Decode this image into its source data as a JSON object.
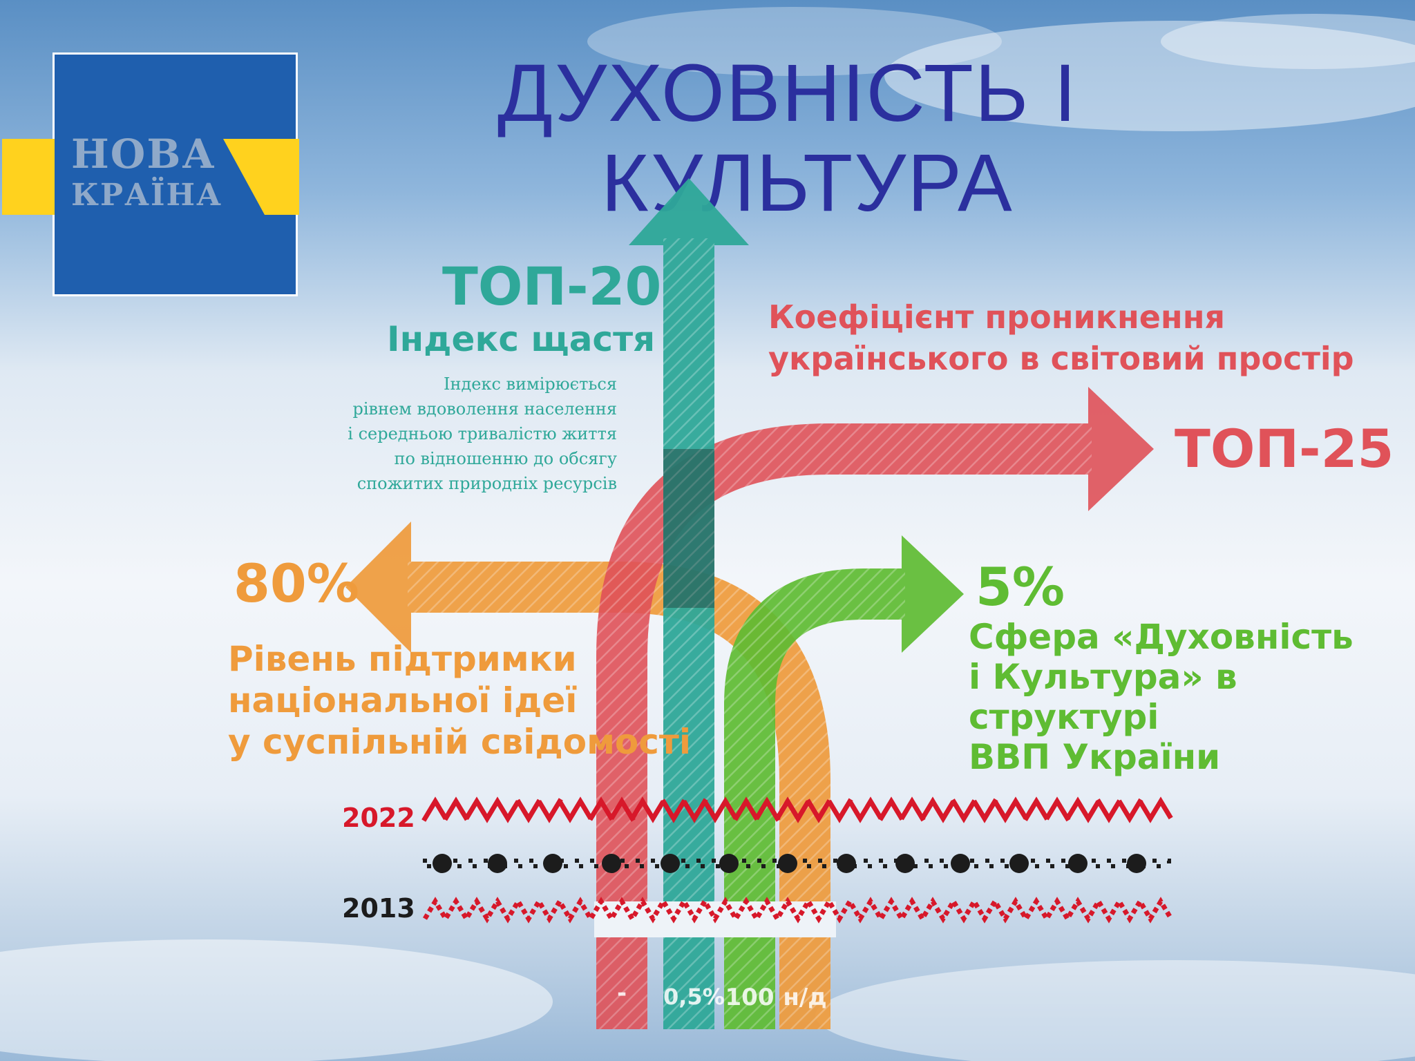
{
  "logo": {
    "line1": "НОВА",
    "line2": "КРАЇНА"
  },
  "title": {
    "line1": "ДУХОВНІСТЬ І",
    "line2": "КУЛЬТУРА"
  },
  "happiness": {
    "rank": "ТОП-20",
    "name": "Індекс щастя",
    "note": [
      "Індекс вимірюється",
      "рівнем вдоволення населення",
      "і середньою тривалістю життя",
      "по відношенню до обсягу",
      "спожитих природніх ресурсів"
    ]
  },
  "penetration": {
    "name_line1": "Коефіцієнт проникнення",
    "name_line2": "українського в світовий простір",
    "rank": "ТОП-25"
  },
  "national_idea": {
    "value": "80%",
    "line1": "Рівень підтримки",
    "line2": "національної ідеї",
    "line3": "у суспільній свідомості"
  },
  "gdp_share": {
    "value": "5%",
    "line1": "Сфера «Духовність",
    "line2": "і Культура» в",
    "line3": "структурі",
    "line4": "ВВП України"
  },
  "years": {
    "top": "2022",
    "bottom": "2013"
  },
  "baseline_2013": {
    "red": "-",
    "teal": "0,5%",
    "green": "100",
    "orange": "н/д"
  },
  "colors": {
    "teal": "#2fa899",
    "red": "#e05259",
    "orange": "#ef9b3c",
    "green": "#5fbc33",
    "title": "#2b2f9e",
    "logo_blue": "#1f5fae",
    "logo_yellow": "#ffd21e"
  }
}
